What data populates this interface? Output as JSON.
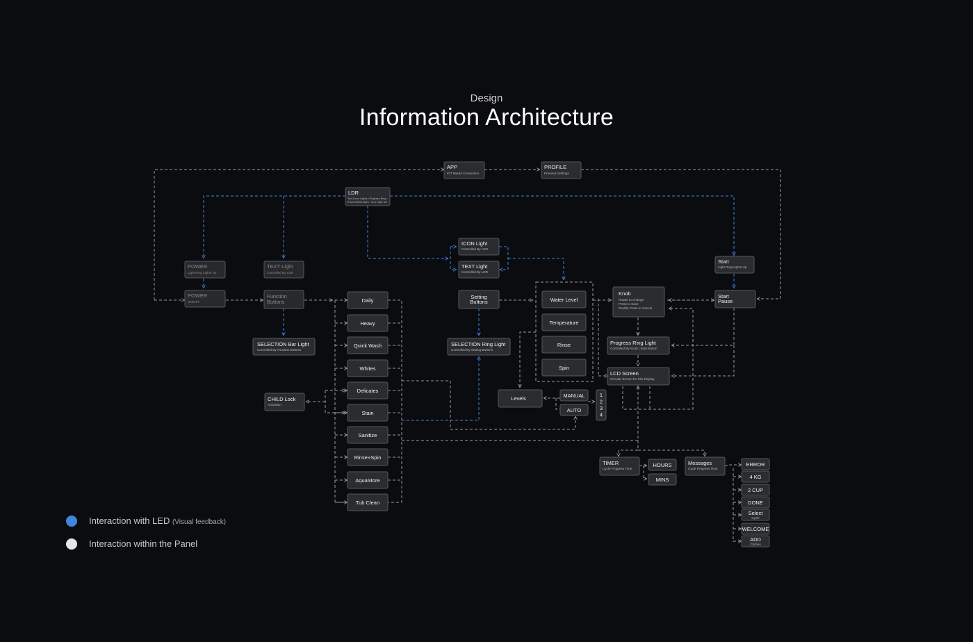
{
  "header": {
    "subtitle": "Design",
    "title": "Information Architecture"
  },
  "colors": {
    "background": "#0b0c10",
    "led_interaction": "#3f86e0",
    "panel_interaction": "#9a9ca2",
    "node_fill": "#2b2c30"
  },
  "nodes": {
    "app": {
      "title": "APP",
      "sub": "IOT Based Connection"
    },
    "profile": {
      "title": "PROFILE",
      "sub": "Previous Settings"
    },
    "ldr": {
      "title": "LDR",
      "sub1": "Text | Icon Lights | Progress Ring",
      "sub2": "Environment-Dark : On  |  Light: off"
    },
    "power_top": {
      "title": "POWER",
      "sub": "Light Ring Lights Up"
    },
    "power_bottom": {
      "title": "POWER",
      "sub": "ON/OFF"
    },
    "text_light_left": {
      "title": "TEXT Light",
      "sub": "Controlled By LDR"
    },
    "function_buttons": {
      "title": "Function",
      "title2": "Buttons"
    },
    "selection_bar_light": {
      "title": "SELECTION Bar Light",
      "sub": "Controlled By Function Buttons"
    },
    "child_lock": {
      "title": "CHILD Lock",
      "sub": "Activation"
    },
    "programs": [
      "Daily",
      "Heavy",
      "Quick Wash",
      "Whites",
      "Delicates",
      "Stain",
      "Sanitize",
      "Rinse+Spin",
      "AquaStore",
      "Tub Clean"
    ],
    "icon_light": {
      "title": "ICON Light",
      "sub": "Controlled By LDR"
    },
    "text_light_mid": {
      "title": "TEXT Light",
      "sub": "Controlled By LDR"
    },
    "setting_buttons": {
      "title": "Setting",
      "title2": "Buttons"
    },
    "selection_ring_light": {
      "title": "SELECTION Ring Light",
      "sub": "Controlled By Setting Buttons"
    },
    "settings": [
      "Water Level",
      "Temperature",
      "Rinse",
      "Spin"
    ],
    "levels": {
      "title": "Levels"
    },
    "manual": {
      "title": "MANUAL"
    },
    "auto": {
      "title": "AUTO"
    },
    "level_numbers": [
      "1",
      "2",
      "3",
      "4"
    ],
    "knob": {
      "title": "Knob",
      "line1": "Rotate to Change",
      "line2": "Press to Save",
      "line3": "Double Press to Cancel"
    },
    "progress_ring": {
      "title": "Progress Ring Light",
      "sub": "Controlled By Knob | Start Button"
    },
    "lcd": {
      "title": "LCD Screen",
      "sub": "Circular Screen for Info Display"
    },
    "start_top": {
      "title": "Start",
      "sub": "Light Ring Lights Up"
    },
    "start_pause": {
      "title": "Start",
      "title2": "Pause"
    },
    "timer": {
      "title": "TIMER",
      "sub": "Cycle Progress Time"
    },
    "hours": {
      "title": "HOURS"
    },
    "mins": {
      "title": "MINS"
    },
    "messages": {
      "title": "Messages",
      "sub": "Cycle Progress Time"
    },
    "message_items": [
      "ERROR",
      "4 KG",
      "2 CUP",
      "DONE",
      "Select",
      "WELCOME",
      "ADD"
    ],
    "message_subs": {
      "select": "Cycle",
      "add": "Clothes"
    }
  },
  "legend": [
    {
      "label": "Interaction with LED",
      "note": "(Visual feedback)",
      "color": "#3f86e0"
    },
    {
      "label": "Interaction within the Panel",
      "note": "",
      "color": "#e6e6e6"
    }
  ]
}
